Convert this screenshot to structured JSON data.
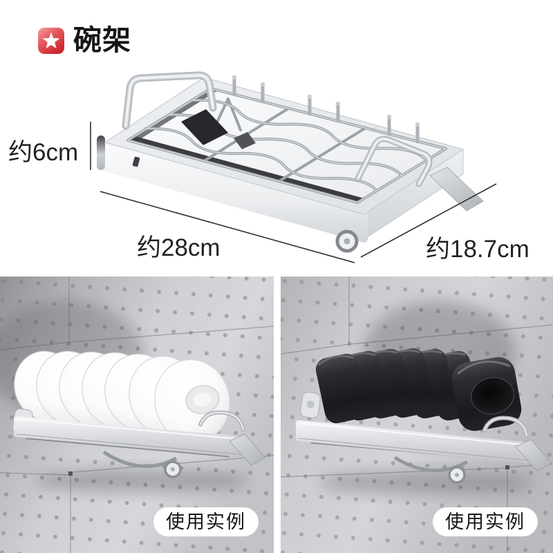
{
  "header": {
    "title": "碗架",
    "badge": {
      "icon": "star-icon",
      "color_light": "#f2a0a0",
      "color_dark": "#c92127"
    }
  },
  "product": {
    "name": "wall-mounted-dish-rack",
    "dimensions": {
      "height_label": "约6cm",
      "length_label": "约28cm",
      "depth_label": "约18.7cm"
    }
  },
  "examples": {
    "left": {
      "caption": "使用实例",
      "subject": "white-bowls-on-rack"
    },
    "right": {
      "caption": "使用实例",
      "subject": "black-plates-on-rack"
    }
  },
  "colors": {
    "background": "#ffffff",
    "text": "#1f2023",
    "pegboard": "#c9cace",
    "caption_pill_bg": "#ffffff"
  }
}
